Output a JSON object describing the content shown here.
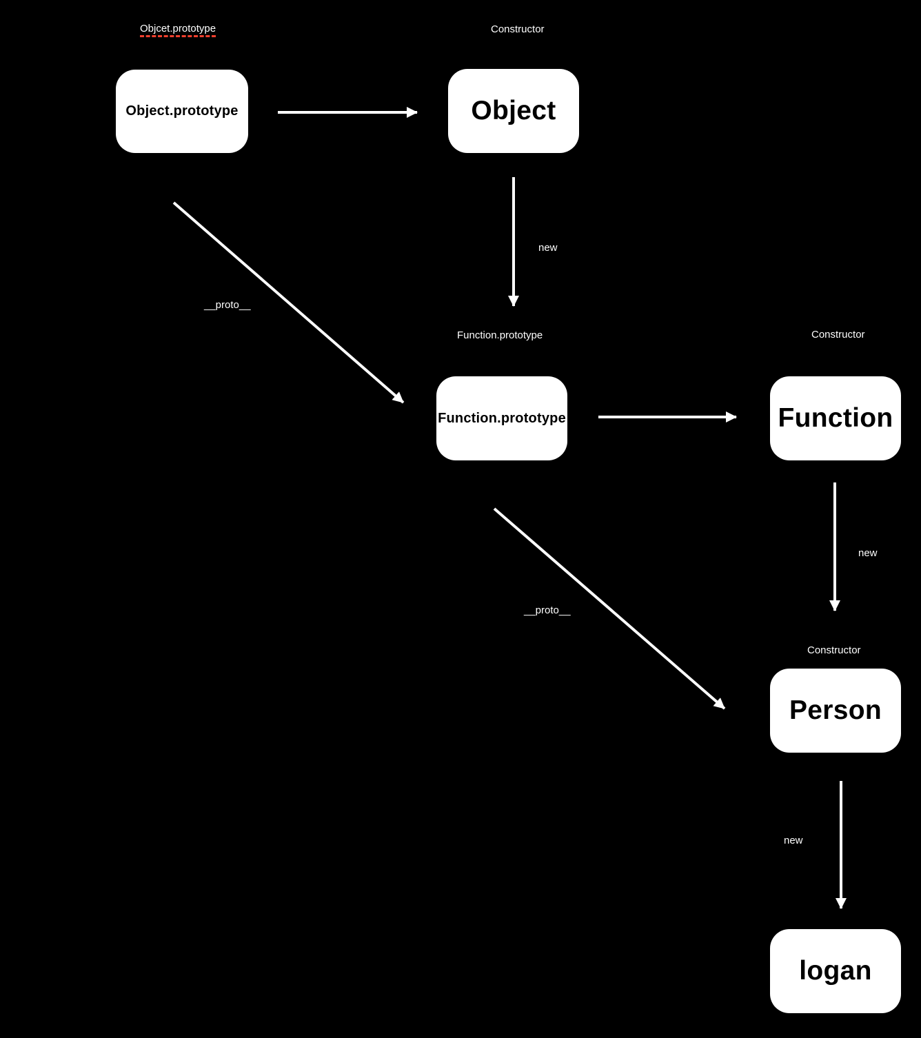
{
  "diagram": {
    "background_color": "#000000",
    "node_fill_color": "#ffffff",
    "node_text_color": "#000000",
    "label_text_color": "#ffffff",
    "arrow_color": "#ffffff",
    "spellcheck_underline_color": "#f5402e",
    "annotations": [
      {
        "text": "Objcet.prototype",
        "misspelled": true
      },
      {
        "text": "Constructor"
      },
      {
        "text": "Function.prototype"
      },
      {
        "text": "Constructor"
      },
      {
        "text": "Constructor"
      }
    ],
    "nodes": [
      {
        "id": "object-prototype",
        "label": "Object.prototype"
      },
      {
        "id": "object",
        "label": "Object"
      },
      {
        "id": "function-prototype",
        "label": "Function.prototype"
      },
      {
        "id": "function",
        "label": "Function"
      },
      {
        "id": "person",
        "label": "Person"
      },
      {
        "id": "logan",
        "label": "logan"
      }
    ],
    "edges": [
      {
        "from": "Object.prototype",
        "to": "Object",
        "label": ""
      },
      {
        "from": "Object",
        "to": "Function.prototype",
        "label": "new"
      },
      {
        "from": "Object.prototype",
        "to": "Function.prototype",
        "label": "__proto__"
      },
      {
        "from": "Function.prototype",
        "to": "Function",
        "label": ""
      },
      {
        "from": "Function",
        "to": "Person",
        "label": "new"
      },
      {
        "from": "Function.prototype",
        "to": "Person",
        "label": "__proto__"
      },
      {
        "from": "Person",
        "to": "logan",
        "label": "new"
      }
    ]
  }
}
